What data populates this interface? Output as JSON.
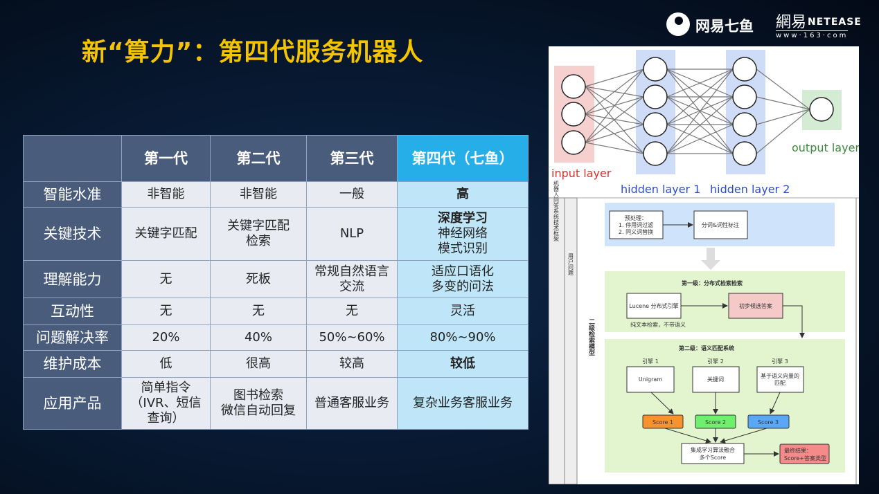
{
  "title": "新“算力”：第四代服务机器人",
  "logo": {
    "qiyu": "网易七鱼",
    "netease_cn": "網易",
    "netease_en": "NETEASE",
    "url": "www·163·com"
  },
  "table": {
    "headers": [
      "",
      "第一代",
      "第二代",
      "第三代",
      "第四代（七鱼）"
    ],
    "rows": [
      {
        "label": "智能水准",
        "cells": [
          "非智能",
          "非智能",
          "一般",
          "高"
        ]
      },
      {
        "label": "关键技术",
        "cells": [
          "关键字匹配",
          "关键字匹配\n检索",
          "NLP",
          "深度学习"
        ],
        "extra": [
          "神经网络",
          "模式识别"
        ]
      },
      {
        "label": "理解能力",
        "cells": [
          "无",
          "死板",
          "常规自然语言\n交流",
          "适应口语化\n多变的问法"
        ]
      },
      {
        "label": "互动性",
        "cells": [
          "无",
          "无",
          "无",
          "灵活"
        ]
      },
      {
        "label": "问题解决率",
        "cells": [
          "20%",
          "40%",
          "50%~60%",
          "80%~90%"
        ]
      },
      {
        "label": "维护成本",
        "cells": [
          "低",
          "很高",
          "较高",
          "较低"
        ]
      },
      {
        "label": "应用产品",
        "cells": [
          "简单指令\n（IVR、短信\n查询）",
          "图书检索\n微信自动回复",
          "普通客服业务",
          "复杂业务客服业务"
        ]
      }
    ]
  },
  "nn": {
    "input": "input layer",
    "hidden1": "hidden layer 1",
    "hidden2": "hidden layer 2",
    "output": "output layer"
  },
  "flow": {
    "frame_label": "机器人问答系统技术框架",
    "user_label": "用户问题",
    "model_label": "二级检索模型",
    "pre_title": "预处理：",
    "pre_1": "1. 停用词过滤",
    "pre_2": "2. 同义词替换",
    "seg": "分词&词性标注",
    "level1": "第一级：分布式检索检索",
    "lucene": "Lucene 分布式引擎",
    "candidates": "初步候选答案",
    "note": "纯文本检索，不带语义",
    "level2": "第二级：语义匹配系统",
    "engine1": "引擎 1",
    "engine2": "引擎 2",
    "engine3": "引擎 3",
    "unigram": "Unigram",
    "keyword": "关键词",
    "vec1": "基于语义向量的",
    "vec2": "匹配",
    "score1": "Score 1",
    "score2": "Score 2",
    "score3": "Score 3",
    "ens1": "集成学习算法融合",
    "ens2": "多个Score",
    "final1": "最终结果：",
    "final2": "Score+答案类型"
  }
}
